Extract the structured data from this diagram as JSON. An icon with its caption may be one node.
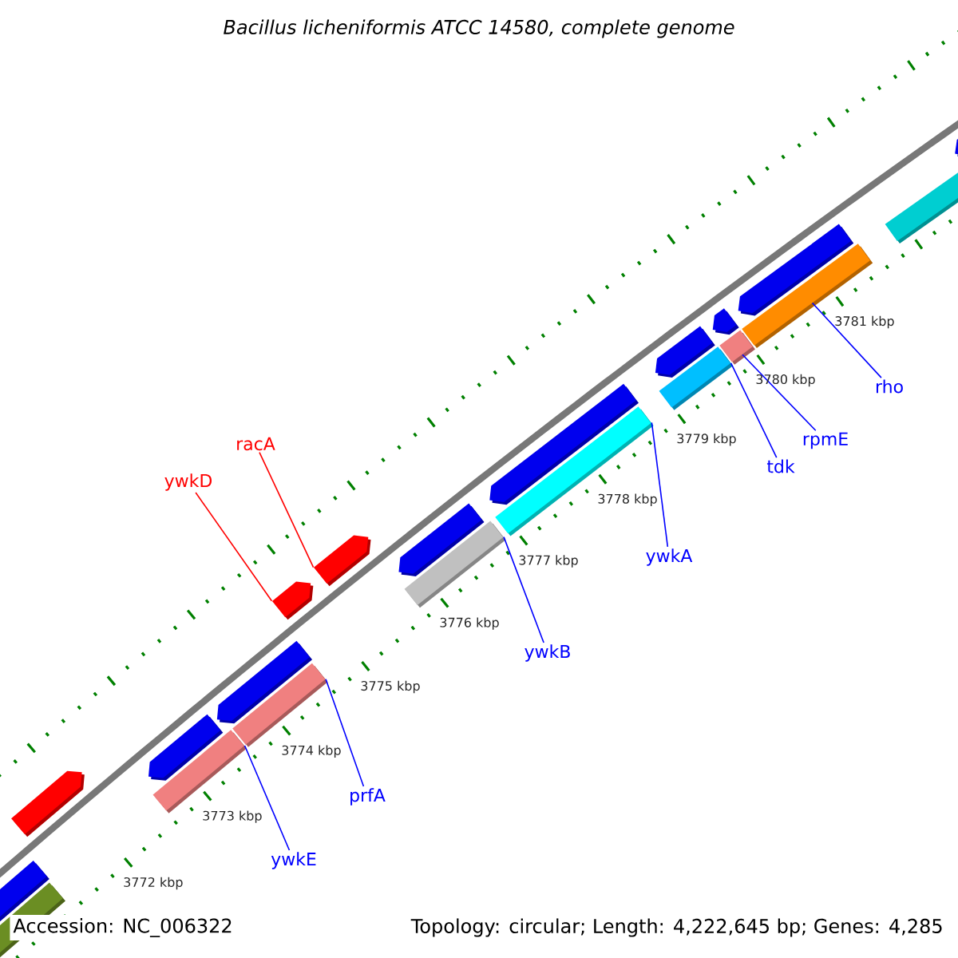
{
  "diagram": {
    "title": "Bacillus licheniformis ATCC 14580, complete genome",
    "nodes": [
      {
        "text": [
          "racA"
        ]
      },
      {
        "text": [
          "ywkD"
        ]
      },
      {
        "text": [
          "ywkE"
        ]
      },
      {
        "text": [
          "prfA"
        ]
      },
      {
        "text": [
          "ywkB"
        ]
      },
      {
        "text": [
          "ywkA"
        ]
      },
      {
        "text": [
          "tdk"
        ]
      },
      {
        "text": [
          "rpmE"
        ]
      },
      {
        "text": [
          "rho"
        ]
      },
      {
        "text": [],
        "shape": "bar"
      },
      {
        "text": [],
        "shape": "bar"
      },
      {
        "text": [],
        "shape": "bar"
      },
      {
        "text": [],
        "shape": "bar"
      },
      {
        "text": [],
        "shape": "bar"
      },
      {
        "text": [],
        "shape": "bar"
      },
      {
        "text": [],
        "shape": "bar"
      },
      {
        "text": [],
        "shape": "bar"
      },
      {
        "text": [],
        "shape": "bar"
      }
    ],
    "edges": [
      {
        "from": 0,
        "to": 12,
        "arrow": "none",
        "color": "#ff0000"
      },
      {
        "from": 1,
        "to": 11,
        "arrow": "none",
        "color": "#ff0000"
      },
      {
        "from": 2,
        "to": 9,
        "arrow": "none"
      },
      {
        "from": 3,
        "to": 10,
        "arrow": "none"
      },
      {
        "from": 4,
        "to": 13,
        "arrow": "none"
      },
      {
        "from": 5,
        "to": 14,
        "arrow": "none"
      },
      {
        "from": 6,
        "to": 15,
        "arrow": "none"
      },
      {
        "from": 7,
        "to": 16,
        "arrow": "none"
      },
      {
        "from": 8,
        "to": 17,
        "arrow": "none"
      }
    ],
    "labels": [
      "3772 kbp",
      "3773 kbp",
      "3774 kbp",
      "3775 kbp",
      "3776 kbp",
      "3777 kbp",
      "3778 kbp",
      "3779 kbp",
      "3780 kbp",
      "3781 kbp",
      "Accession: NC_006322",
      "Topology: circular; Length: 4,222,645 bp; Genes: 4,285"
    ]
  }
}
